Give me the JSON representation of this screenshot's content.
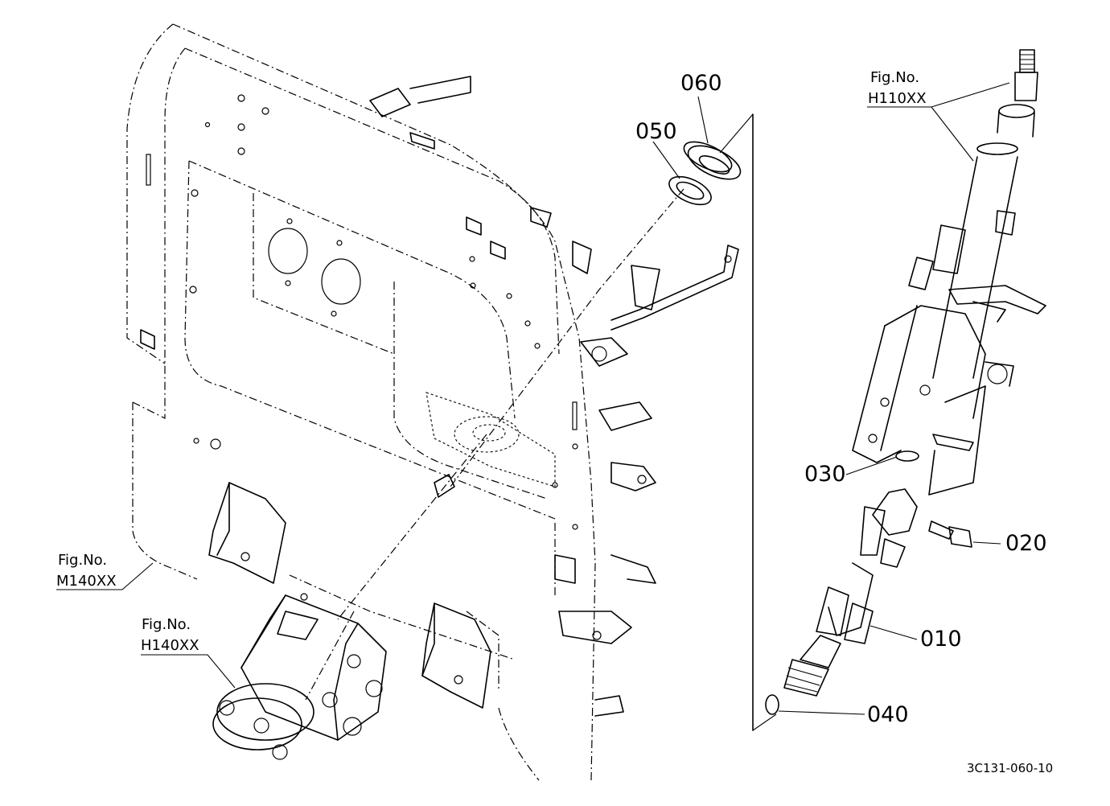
{
  "figure_references": [
    {
      "id": "h110",
      "line1": "Fig.No.",
      "line2": "H110XX"
    },
    {
      "id": "m140",
      "line1": "Fig.No.",
      "line2": "M140XX"
    },
    {
      "id": "h140",
      "line1": "Fig.No.",
      "line2": "H140XX"
    }
  ],
  "parts": [
    {
      "id": "p010",
      "number": "010"
    },
    {
      "id": "p020",
      "number": "020"
    },
    {
      "id": "p030",
      "number": "030"
    },
    {
      "id": "p040",
      "number": "040"
    },
    {
      "id": "p050",
      "number": "050"
    },
    {
      "id": "p060",
      "number": "060"
    }
  ],
  "drawing_number": "3C131-060-10"
}
